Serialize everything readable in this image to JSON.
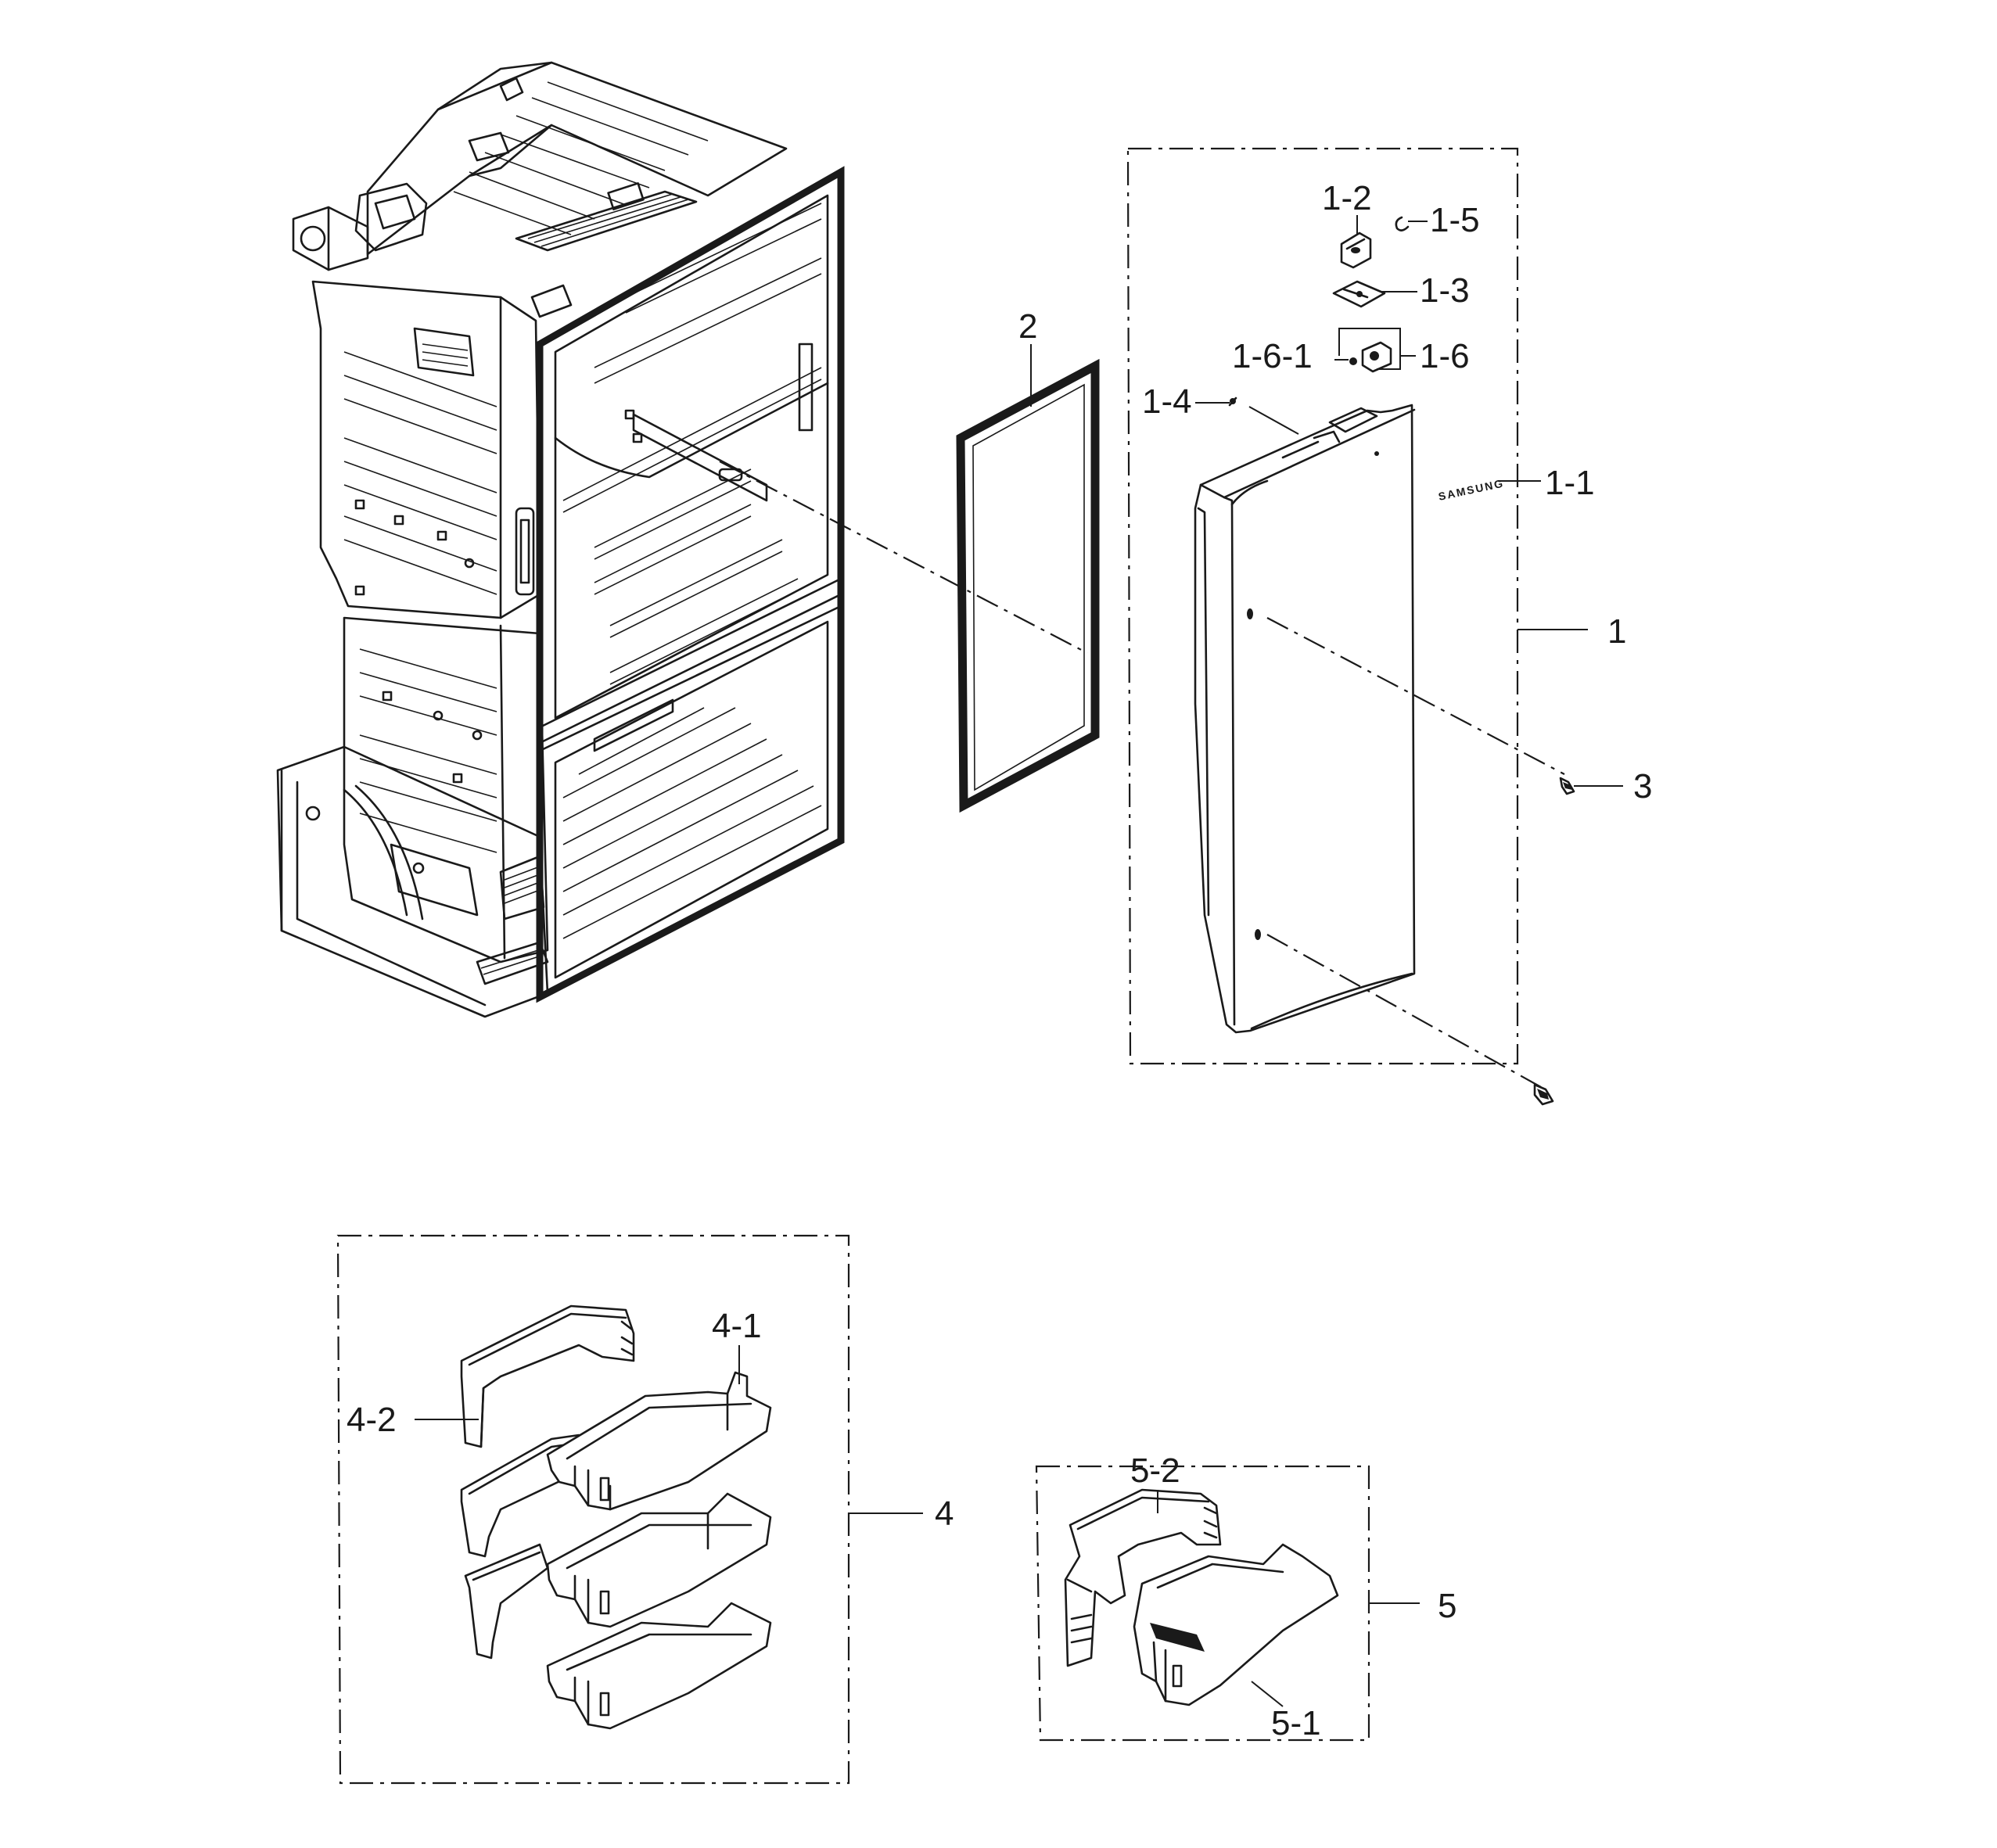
{
  "callouts": {
    "c1": "1",
    "c1_1": "1-1",
    "c1_2": "1-2",
    "c1_3": "1-3",
    "c1_4": "1-4",
    "c1_5": "1-5",
    "c1_6": "1-6",
    "c1_6_1": "1-6-1",
    "c2": "2",
    "c3": "3",
    "c4": "4",
    "c4_1": "4-1",
    "c4_2": "4-2",
    "c5": "5",
    "c5_1": "5-1",
    "c5_2": "5-2"
  },
  "door_logo": "SAMSUNG",
  "icons": {
    "cabinet": "refrigerator-cabinet-icon",
    "gasket": "door-gasket-icon",
    "door": "door-panel-icon",
    "screw": "screw-icon",
    "hinge": "hinge-icon",
    "bins": "door-bin-icon",
    "guard": "door-guard-icon"
  }
}
